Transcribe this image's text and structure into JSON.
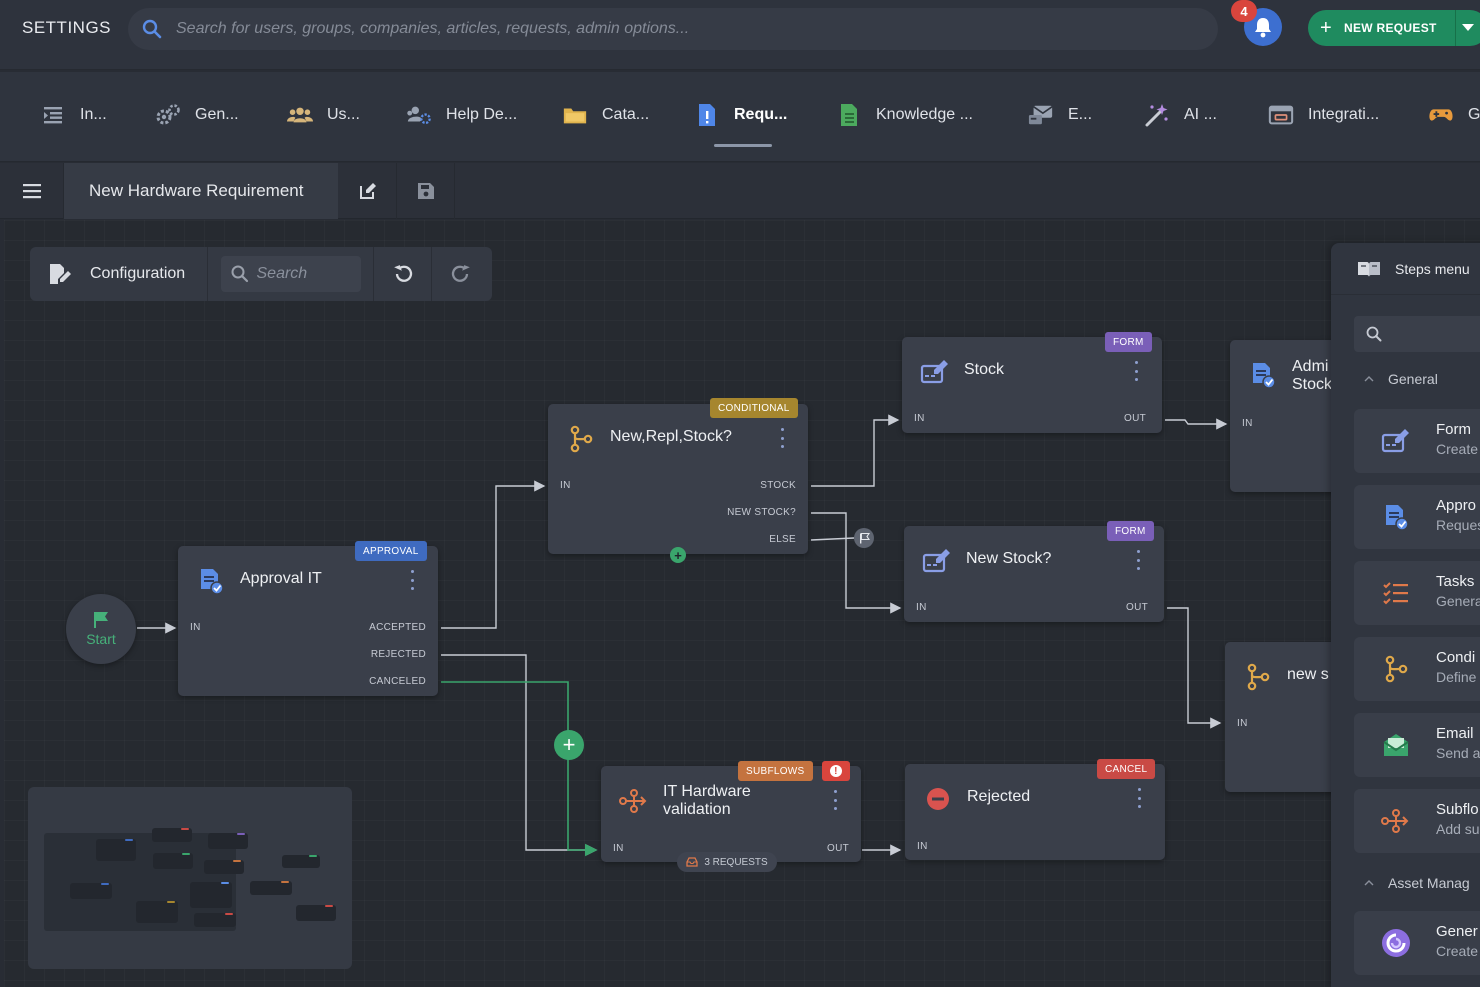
{
  "header": {
    "title": "SETTINGS",
    "search_placeholder": "Search for users, groups, companies, articles, requests, admin options...",
    "notification_count": "4",
    "new_request_label": "NEW REQUEST"
  },
  "tabs": [
    {
      "label": "In...",
      "icon": "list-indent-icon",
      "color": "#9aa3b2"
    },
    {
      "label": "Gen...",
      "icon": "gears-icon",
      "color": "#9aa3b2"
    },
    {
      "label": "Us...",
      "icon": "users-icon",
      "color": "#d6b57a"
    },
    {
      "label": "Help De...",
      "icon": "users-gear-icon",
      "color": "#9aa3b2"
    },
    {
      "label": "Cata...",
      "icon": "folder-icon",
      "color": "#e0b34d"
    },
    {
      "label": "Requ...",
      "icon": "request-document-icon",
      "color": "#4f86e8",
      "active": true
    },
    {
      "label": "Knowledge ...",
      "icon": "knowledge-document-icon",
      "color": "#4caa5e"
    },
    {
      "label": "E...",
      "icon": "email-server-icon",
      "color": "#9aa3b2"
    },
    {
      "label": "AI ...",
      "icon": "magic-wand-icon",
      "color": "#b48ce0"
    },
    {
      "label": "Integrati...",
      "icon": "integration-window-icon",
      "color": "#e0907a"
    },
    {
      "label": "G",
      "icon": "gamepad-icon",
      "color": "#e89a3c"
    }
  ],
  "workflow": {
    "title": "New Hardware Requirement"
  },
  "toolbar": {
    "configuration_label": "Configuration",
    "search_placeholder": "Search"
  },
  "nodes": {
    "start": {
      "label": "Start"
    },
    "approval": {
      "title": "Approval IT",
      "badge": "APPROVAL",
      "ports": {
        "in": "IN",
        "accepted": "ACCEPTED",
        "rejected": "REJECTED",
        "canceled": "CANCELED"
      }
    },
    "conditional": {
      "title": "New,Repl,Stock?",
      "badge": "CONDITIONAL",
      "ports": {
        "in": "IN",
        "stock": "STOCK",
        "new_stock": "NEW STOCK?",
        "else": "ELSE"
      }
    },
    "stock": {
      "title": "Stock",
      "badge": "FORM",
      "ports": {
        "in": "IN",
        "out": "OUT"
      }
    },
    "new_stock": {
      "title": "New Stock?",
      "badge": "FORM",
      "ports": {
        "in": "IN",
        "out": "OUT"
      }
    },
    "admin_stock": {
      "title_line1": "Admi",
      "title_line2": "Stock",
      "ports": {
        "in": "IN"
      }
    },
    "new_s": {
      "title": "new s",
      "ports": {
        "in": "IN"
      }
    },
    "it_validation": {
      "title_line1": "IT Hardware",
      "title_line2": "validation",
      "badge": "SUBFLOWS",
      "alert": "!",
      "requests": "3 REQUESTS",
      "ports": {
        "in": "IN",
        "out": "OUT"
      }
    },
    "rejected": {
      "title": "Rejected",
      "badge": "CANCEL",
      "ports": {
        "in": "IN"
      }
    }
  },
  "steps_menu": {
    "title": "Steps menu",
    "categories": [
      "General",
      "Asset Manag"
    ],
    "items": [
      {
        "name": "Form",
        "desc": "Create",
        "icon": "form-edit-icon"
      },
      {
        "name": "Appro",
        "desc": "Reques",
        "icon": "approval-document-icon"
      },
      {
        "name": "Tasks",
        "desc": "Genera",
        "icon": "task-list-icon"
      },
      {
        "name": "Condi",
        "desc": "Define",
        "icon": "conditional-branch-icon"
      },
      {
        "name": "Email",
        "desc": "Send a",
        "icon": "email-open-icon"
      },
      {
        "name": "Subflo",
        "desc": "Add su",
        "icon": "subflow-icon"
      },
      {
        "name": "Gener",
        "desc": "Create",
        "icon": "asset-generic-icon"
      }
    ]
  },
  "colors": {
    "approval_badge": "#3f6bc0",
    "conditional_badge": "#a6862e",
    "form_badge": "#7a5fb8",
    "subflows_badge": "#c4733f",
    "cancel_badge": "#c94a45",
    "connector": "#c8ccd4",
    "connector_green": "#3aa56c"
  }
}
